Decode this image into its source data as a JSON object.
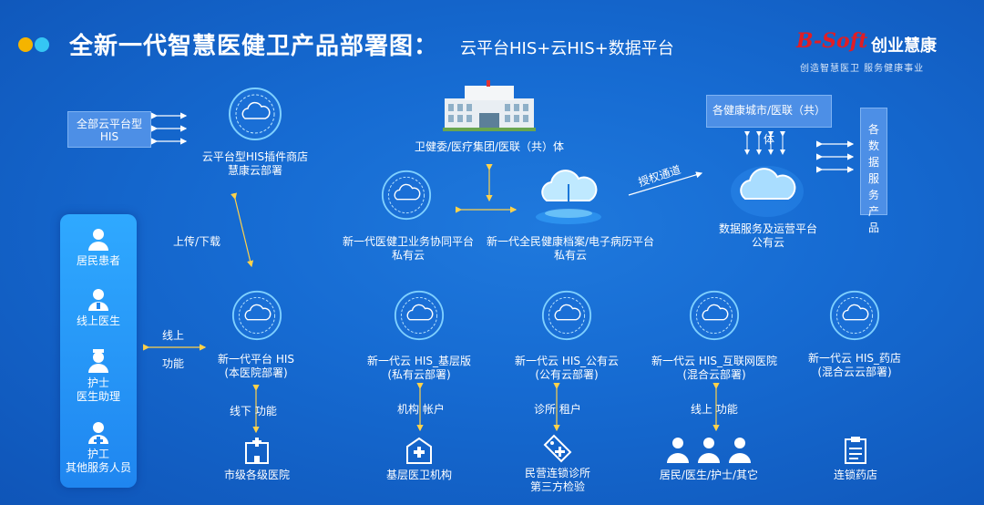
{
  "header": {
    "title": "全新一代智慧医健卫产品部署图：",
    "subtitle": "云平台HIS+云HIS+数据平台",
    "dot_colors": [
      "#f5b400",
      "#35c6f4"
    ]
  },
  "logo": {
    "brand_mark": "B-Soft",
    "brand_name": "创业慧康",
    "slogan": "创造智慧医卫   服务健康事业",
    "mark_color": "#e11d24"
  },
  "top_left": {
    "box_label": "全部云平台型HIS",
    "cloud_label_line1": "云平台型HIS插件商店",
    "cloud_label_line2": "慧康云部署",
    "link_label": "上传/下载"
  },
  "center": {
    "building_label": "卫健委/医疗集团/医联（共）体",
    "collab_line1": "新一代医健卫业务协同平台",
    "collab_line2": "私有云",
    "ehr_line1": "新一代全民健康档案/电子病历平台",
    "ehr_line2": "私有云",
    "auth_label": "授权通道"
  },
  "right": {
    "box_label": "各健康城市/医联（共）体",
    "vertical_box": "各数据服务产品",
    "platform_line1": "数据服务及运营平台",
    "platform_line2": "公有云"
  },
  "sidebar": {
    "items": [
      {
        "line1": "居民患者",
        "line2": ""
      },
      {
        "line1": "线上医生",
        "line2": ""
      },
      {
        "line1": "护士",
        "line2": "医生助理"
      },
      {
        "line1": "护工",
        "line2": "其他服务人员"
      }
    ],
    "online_label": "线上",
    "function_label": "功能"
  },
  "platforms": [
    {
      "line1": "新一代平台 HIS",
      "line2": "(本医院部署)"
    },
    {
      "line1": "新一代云 HIS_基层版",
      "line2": "(私有云部署)"
    },
    {
      "line1": "新一代云 HIS_公有云",
      "line2": "(公有云部署)"
    },
    {
      "line1": "新一代云 HIS_互联网医院",
      "line2": "(混合云部署)"
    },
    {
      "line1": "新一代云 HIS_药店",
      "line2": "(混合云云部署)"
    }
  ],
  "links": [
    {
      "label": "线下  功能"
    },
    {
      "label": "机构  帐户"
    },
    {
      "label": "诊所  租户"
    },
    {
      "label": "线上  功能"
    }
  ],
  "bottom": [
    {
      "line1": "市级各级医院",
      "line2": ""
    },
    {
      "line1": "基层医卫机构",
      "line2": ""
    },
    {
      "line1": "民营连锁诊所",
      "line2": "第三方检验"
    },
    {
      "line1": "居民/医生/护士/其它",
      "line2": ""
    },
    {
      "line1": "连锁药店",
      "line2": ""
    }
  ]
}
